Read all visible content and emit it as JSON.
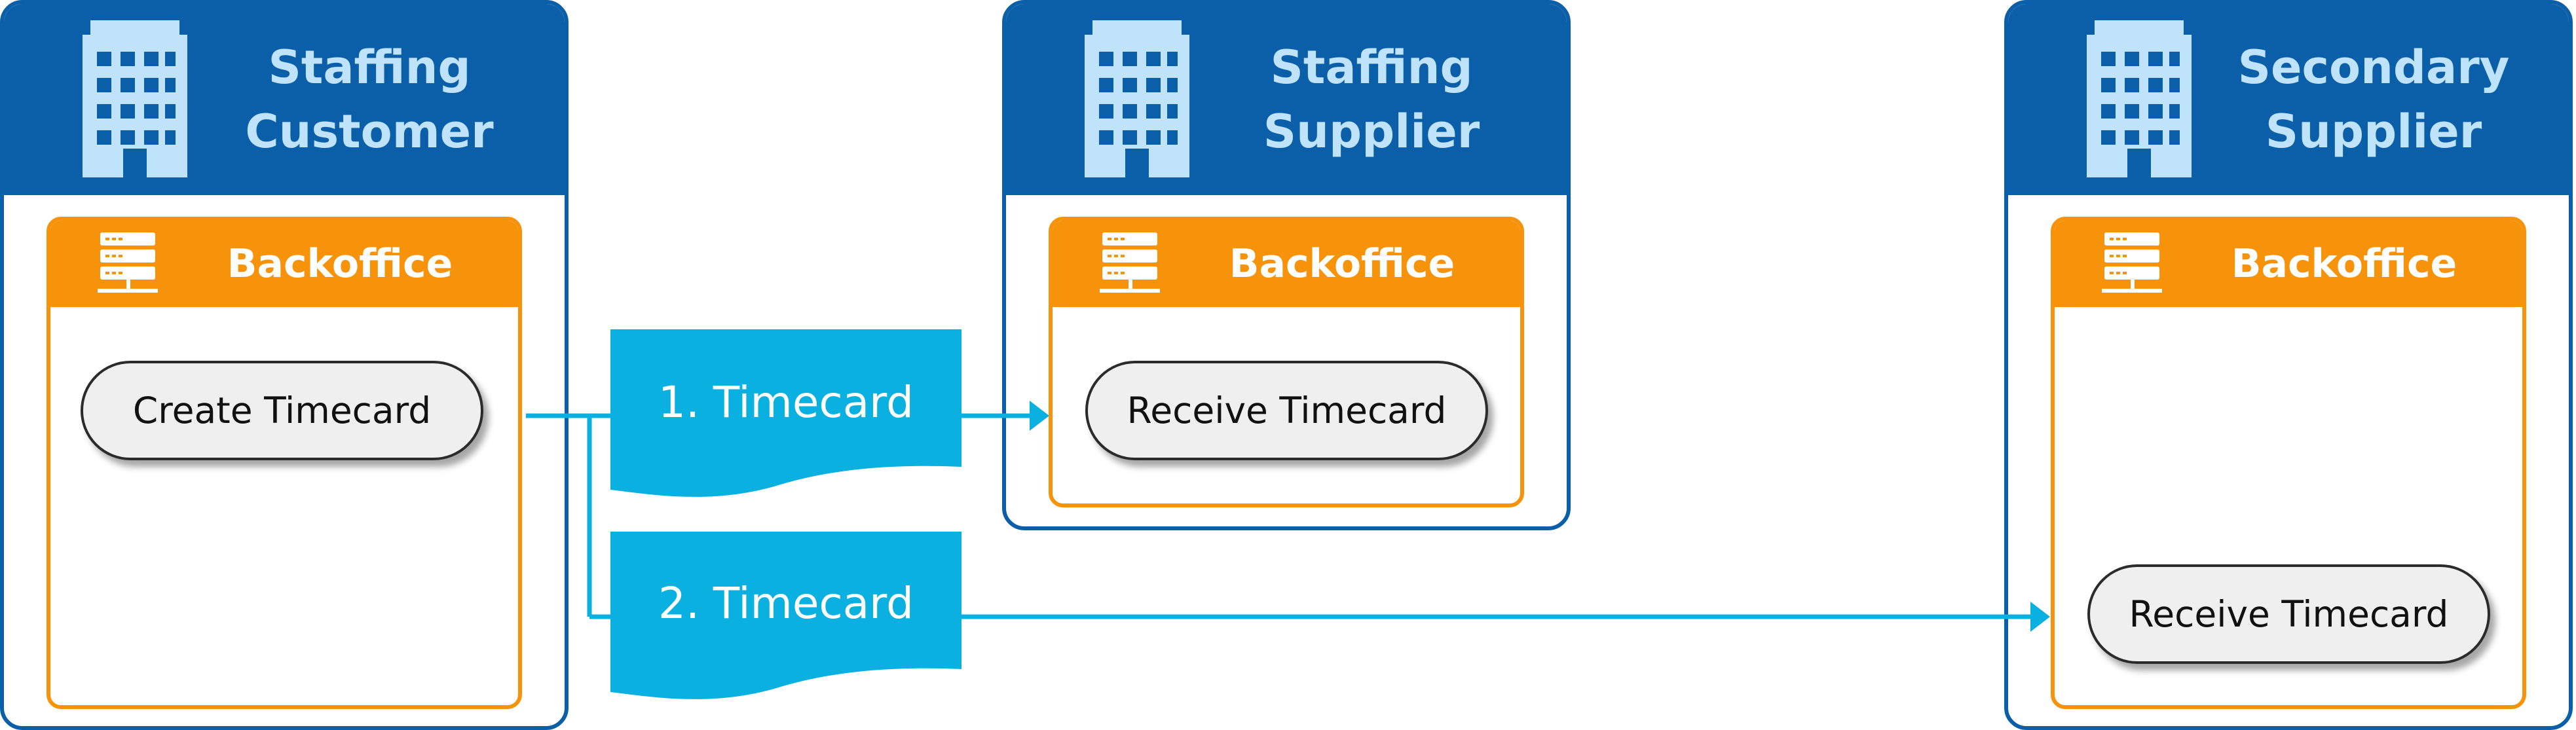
{
  "colors": {
    "org_blue": "#0b5fa8",
    "org_title": "#bfe3fb",
    "backoffice_orange": "#f7920b",
    "message_cyan": "#0ab1e0",
    "action_fill": "#efefef"
  },
  "icons": {
    "organization": "office-building-icon",
    "backoffice": "server-rack-icon"
  },
  "organizations": [
    {
      "title": "Staffing\nCustomer",
      "backoffice": "Backoffice",
      "action": "Create Timecard"
    },
    {
      "title": "Staffing\nSupplier",
      "backoffice": "Backoffice",
      "action": "Receive Timecard"
    },
    {
      "title": "Secondary\nSupplier",
      "backoffice": "Backoffice",
      "action": "Receive Timecard"
    }
  ],
  "messages": [
    {
      "label": "1. Timecard",
      "from": "Staffing Customer",
      "to": "Staffing Supplier"
    },
    {
      "label": "2. Timecard",
      "from": "Staffing Customer",
      "to": "Secondary Supplier"
    }
  ]
}
